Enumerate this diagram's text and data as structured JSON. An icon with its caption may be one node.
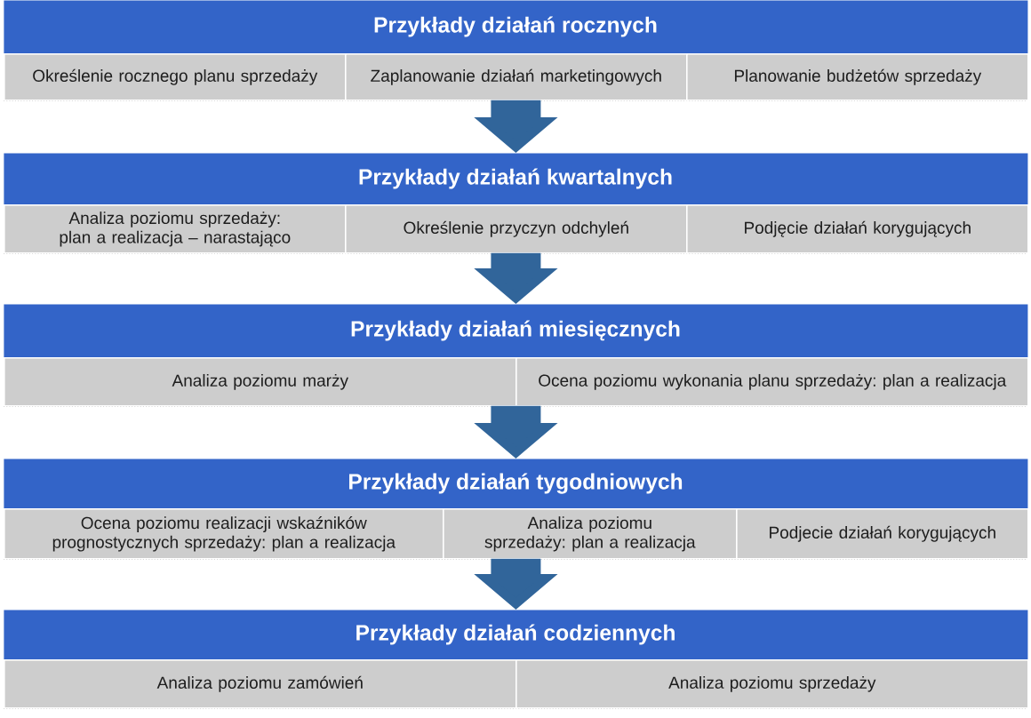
{
  "diagram": {
    "nodes": [
      {
        "text": [
          "Przykłady działań rocznych"
        ]
      },
      {
        "text": [
          "Określenie rocznego planu sprzedaży"
        ],
        "in": 0
      },
      {
        "text": [
          "Zaplanowanie działań marketingowych"
        ],
        "in": 0
      },
      {
        "text": [
          "Planowanie budżetów sprzedaży"
        ],
        "in": 0
      },
      {
        "text": [
          "Przykłady działań kwartalnych"
        ]
      },
      {
        "text": [
          "Analiza poziomu sprzedaży: plan a realizacja – narastająco"
        ],
        "in": 4
      },
      {
        "text": [
          "Określenie przyczyn odchyleń"
        ],
        "in": 4
      },
      {
        "text": [
          "Podjęcie działań korygujących"
        ],
        "in": 4
      },
      {
        "text": [
          "Przykłady działań miesięcznych"
        ]
      },
      {
        "text": [
          "Analiza poziomu marży"
        ],
        "in": 8
      },
      {
        "text": [
          "Ocena poziomu wykonania planu sprzedaży: plan a realizacja"
        ],
        "in": 8
      },
      {
        "text": [
          "Przykłady działań tygodniowych"
        ]
      },
      {
        "text": [
          "Ocena poziomu realizacji wskaźników prognostycznych sprzedaży: plan a realizacja"
        ],
        "in": 11
      },
      {
        "text": [
          "Analiza poziomu sprzedaży: plan a realizacja"
        ],
        "in": 11
      },
      {
        "text": [
          "Podjecie działań korygujących"
        ],
        "in": 11
      },
      {
        "text": [
          "Przykłady działań codziennych"
        ]
      },
      {
        "text": [
          "Analiza poziomu zamówień"
        ],
        "in": 15
      },
      {
        "text": [
          "Analiza poziomu sprzedaży"
        ],
        "in": 15
      }
    ],
    "edges": [
      {
        "from": 0,
        "to": 4,
        "arrow": "to"
      },
      {
        "from": 4,
        "to": 8,
        "arrow": "to"
      },
      {
        "from": 8,
        "to": 11,
        "arrow": "to"
      },
      {
        "from": 11,
        "to": 15,
        "arrow": "to"
      }
    ]
  }
}
